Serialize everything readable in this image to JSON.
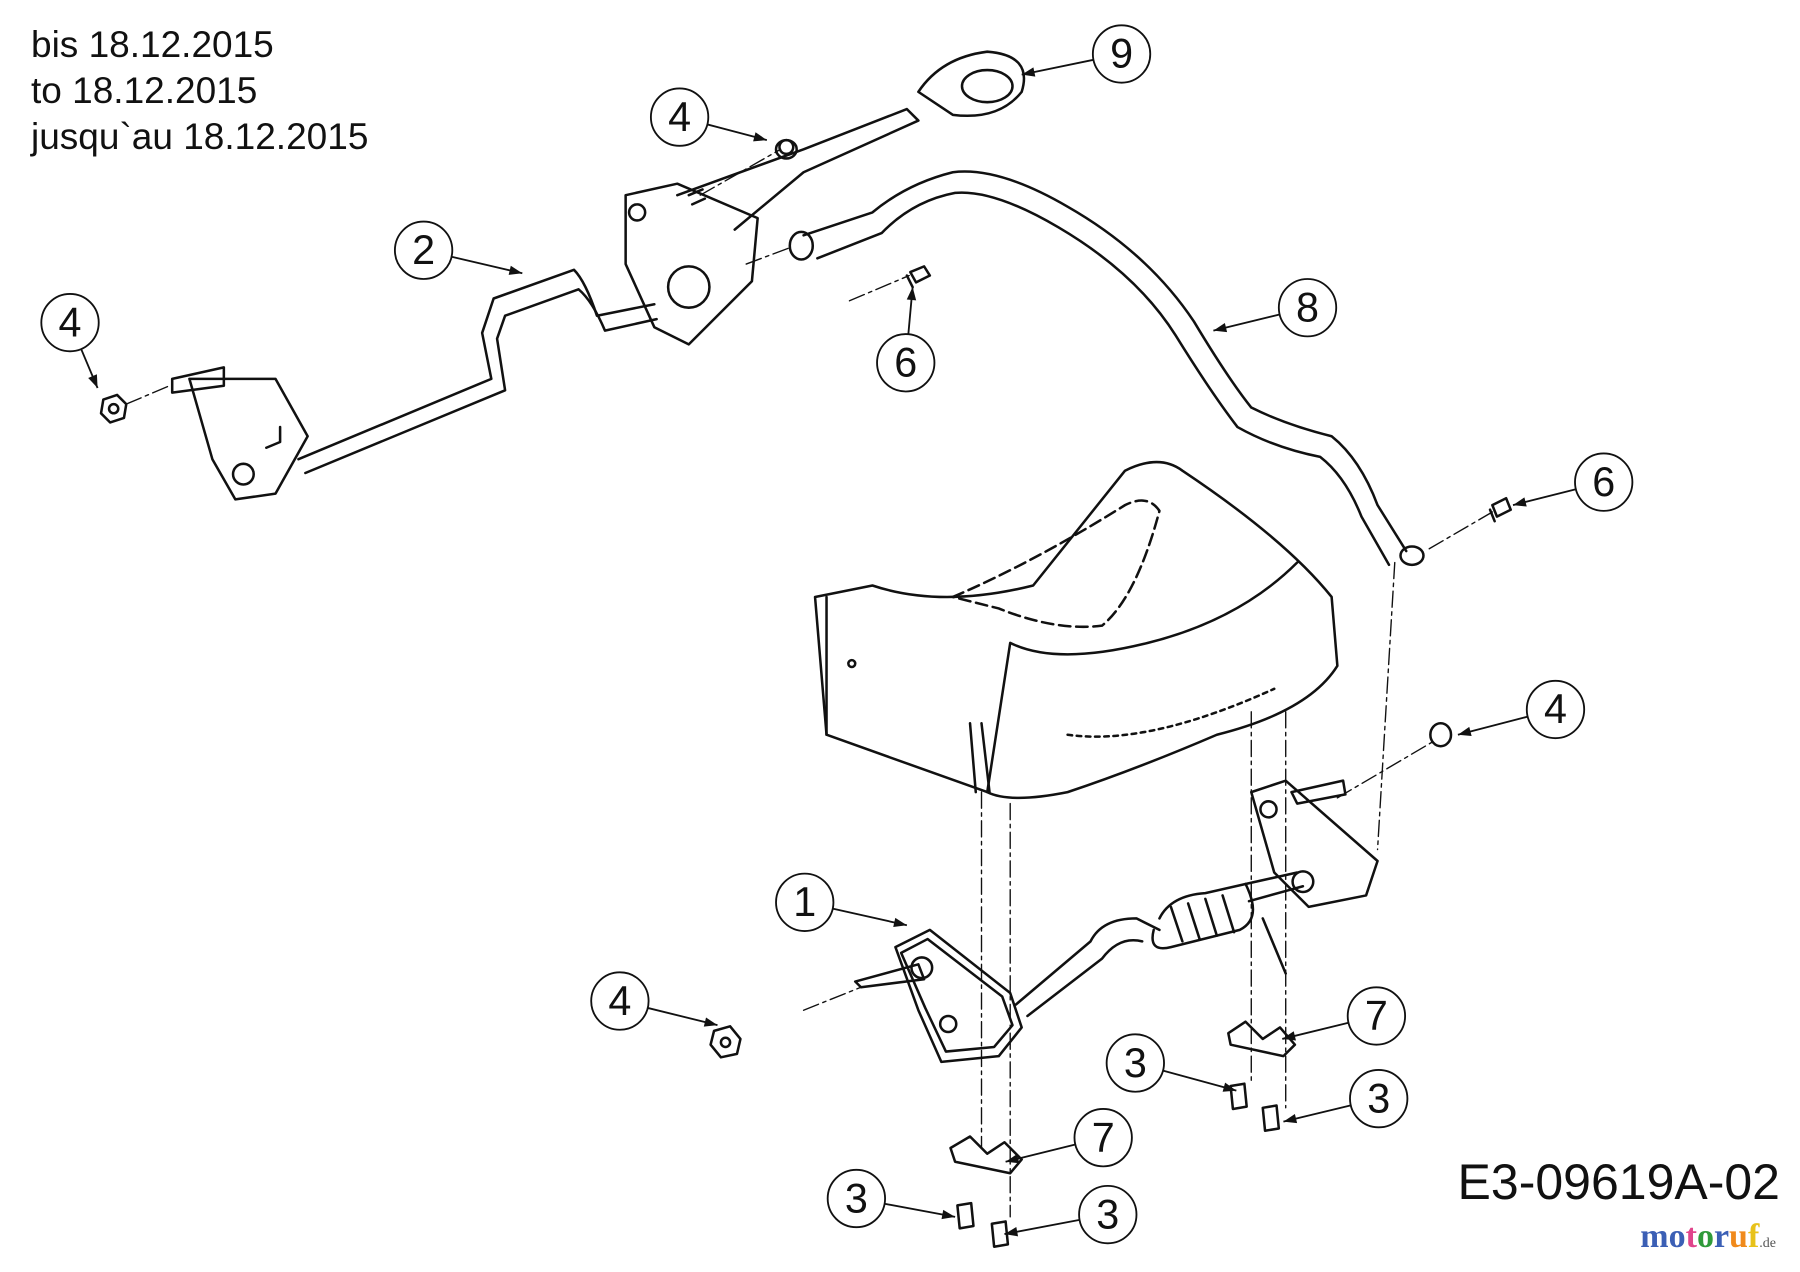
{
  "header": {
    "lines": [
      "bis 18.12.2015",
      "to 18.12.2015",
      "jusqu`au 18.12.2015"
    ]
  },
  "callouts": [
    {
      "label": "9"
    },
    {
      "label": "4"
    },
    {
      "label": "2"
    },
    {
      "label": "4"
    },
    {
      "label": "6"
    },
    {
      "label": "8"
    },
    {
      "label": "6"
    },
    {
      "label": "4"
    },
    {
      "label": "1"
    },
    {
      "label": "4"
    },
    {
      "label": "7"
    },
    {
      "label": "3"
    },
    {
      "label": "3"
    },
    {
      "label": "7"
    },
    {
      "label": "3"
    },
    {
      "label": "3"
    }
  ],
  "diagram_code": "E3-09619A-02",
  "watermark": {
    "text": [
      "m",
      "o",
      "t",
      "o",
      "r",
      "u",
      "f"
    ],
    "suffix": ".de",
    "colors": [
      "#3b5fb5",
      "#3b5fb5",
      "#e0458c",
      "#2f9a3a",
      "#3b5fb5",
      "#f08a1c",
      "#e8c21a"
    ]
  }
}
